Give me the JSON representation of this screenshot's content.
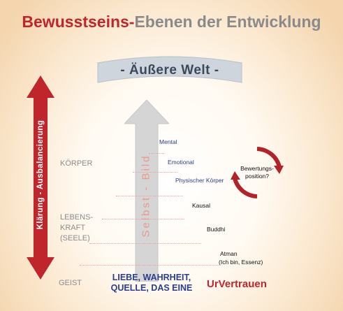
{
  "title": {
    "part1": "Bewusstseins-",
    "part2": "Ebenen der Entwicklung"
  },
  "banner": "- Äußere Welt -",
  "left_arrow_label": "Klärung - Ausbalancierung",
  "center_arrow_label": "Selbst - Bild",
  "left_labels": {
    "koerper": "KÖRPER",
    "lebens_line1": "LEBENS-",
    "lebens_line2": "KRAFT",
    "lebens_line3": "(SEELE)",
    "geist": "GEIST"
  },
  "levels": {
    "mental": "Mental",
    "emotional": "Emotional",
    "physisch": "Physischer  Körper",
    "kausal": "Kausal",
    "buddhi": "Buddhi",
    "atman": "Atman",
    "atman_sub": "(Ich bin, Essenz)"
  },
  "bewertung": {
    "line1": "Bewertungs-",
    "line2": "position?"
  },
  "bottom": {
    "liebe_line1": "LIEBE, WAHRHEIT,",
    "liebe_line2": "QUELLE, DAS EINE",
    "urvertrauen": "UrVertrauen"
  },
  "colors": {
    "red": "#c0252b",
    "grey_arrow": "#d5d5d5",
    "blue_text": "#2a3e8f",
    "banner": "#cfd5dc",
    "dotted_line": "#f0a0a0"
  }
}
